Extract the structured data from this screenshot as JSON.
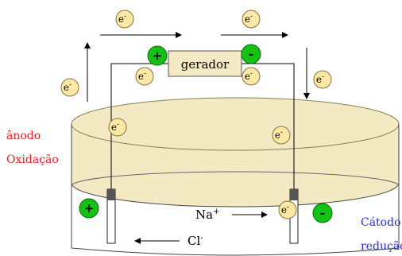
{
  "generator_label": "gerador",
  "anode": {
    "label": "ânodo",
    "process": "Oxidação"
  },
  "cathode": {
    "label": "Cátodo",
    "process": "redução"
  },
  "electron": {
    "base": "e",
    "sup": "-"
  },
  "sodium_ion": {
    "base": "Na",
    "sup": "+"
  },
  "chloride_ion": {
    "base": "Cl",
    "sup": "-"
  },
  "plus_sign": "+",
  "minus_sign": "-",
  "colors": {
    "electrolyte": "#f3eac4",
    "electrolyte_outline": "#8a7f55",
    "electron_fill": "#fde9a5",
    "electron_outline": "#8a7040",
    "charge_green": "#16c116",
    "generator_fill": "#f3eac4",
    "anode_text": "#e8201c",
    "cathode_text": "#2a2adf"
  }
}
